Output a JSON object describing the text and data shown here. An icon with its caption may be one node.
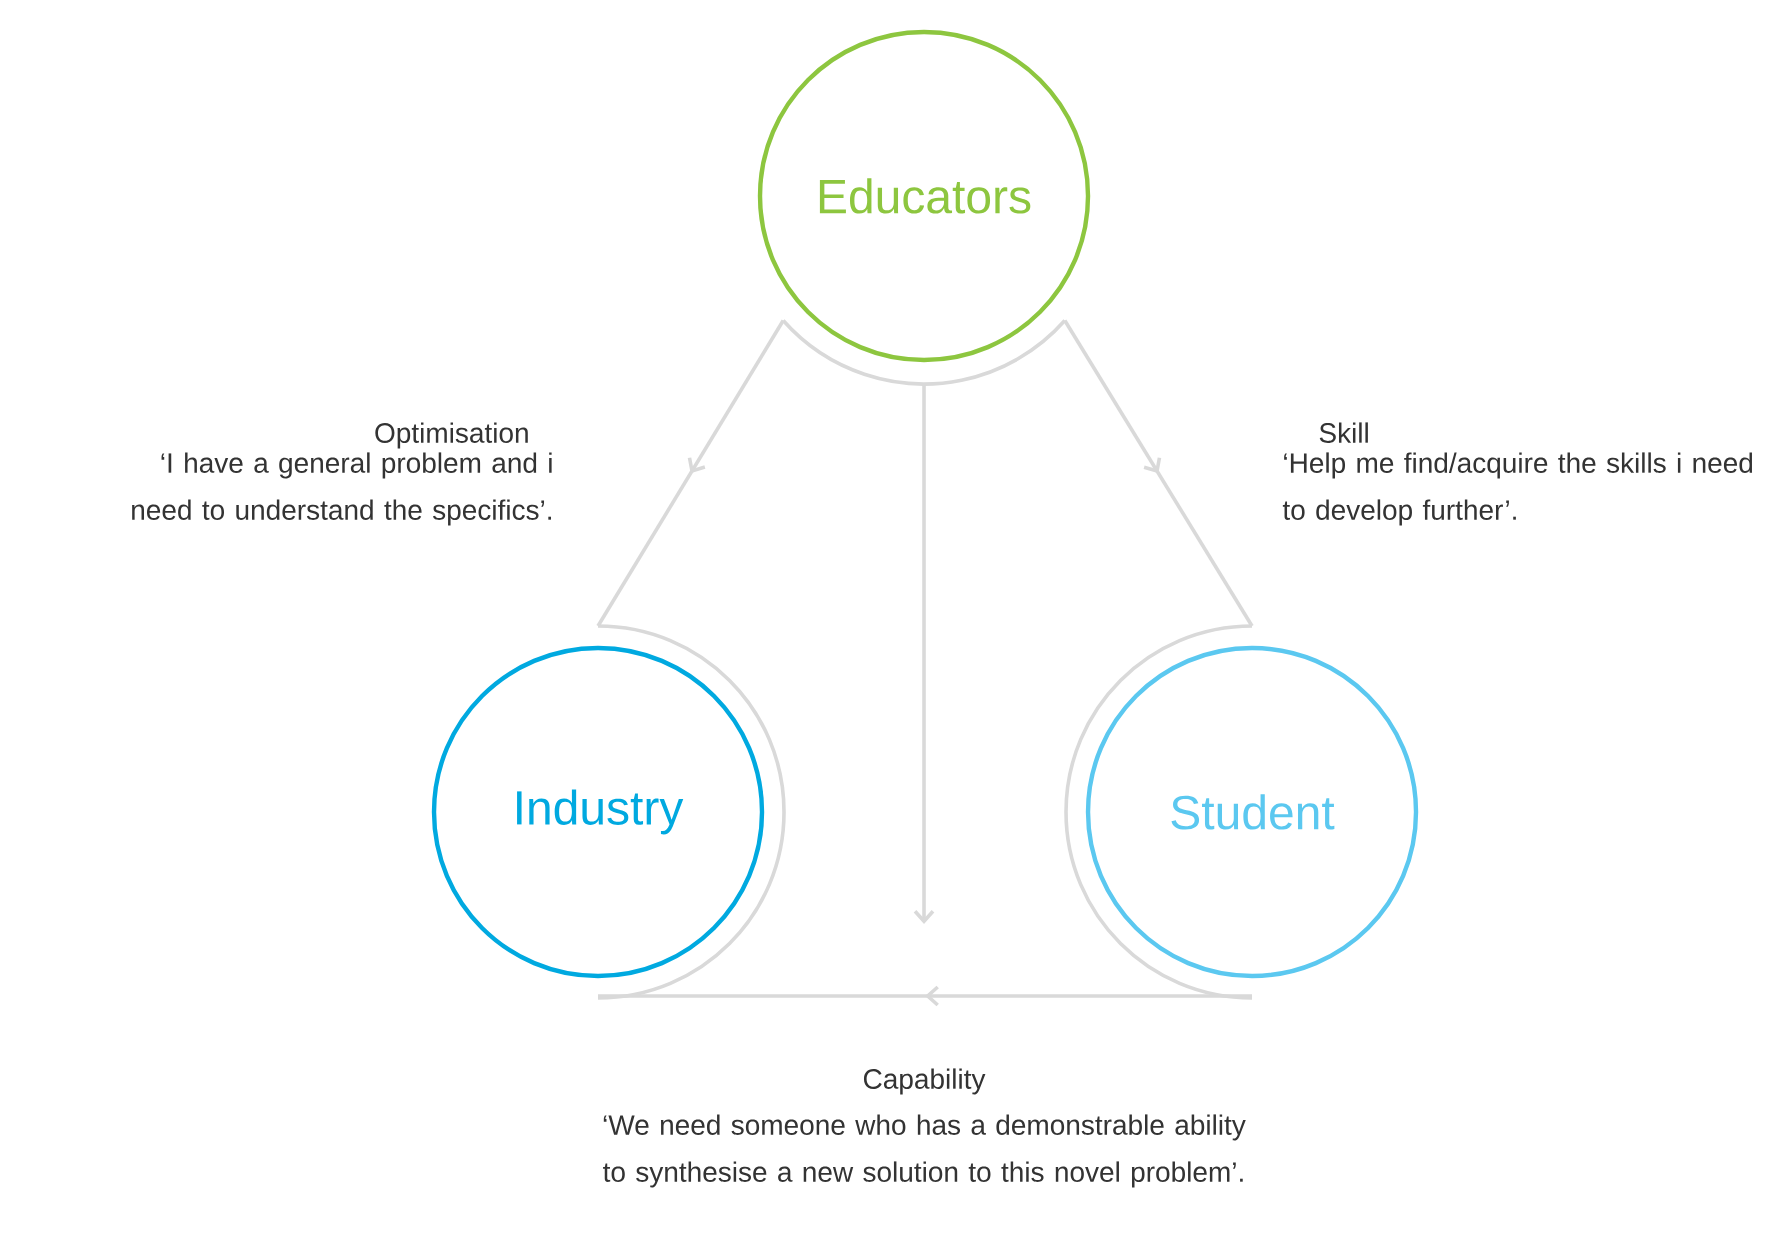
{
  "diagram": {
    "nodes": [
      {
        "text": [
          "Educators"
        ]
      },
      {
        "text": [
          "Industry"
        ]
      },
      {
        "text": [
          "Student"
        ]
      }
    ],
    "edges": [
      {
        "from": 0,
        "to": 1,
        "arrow": "to"
      },
      {
        "from": 0,
        "to": 2,
        "arrow": "to"
      },
      {
        "from": 0,
        "to": null,
        "arrow": "to"
      },
      {
        "from": 2,
        "to": 1,
        "arrow": "to"
      }
    ],
    "labels": [
      "Optimisation",
      "‘I have a general problem and i need to understand the specifics’.",
      "Skill",
      "‘Help me find/acquire the skills i need to develop further’.",
      "Capability",
      "‘We need someone who has a demonstrable ability to synthesise a new solution to this novel problem’."
    ]
  }
}
